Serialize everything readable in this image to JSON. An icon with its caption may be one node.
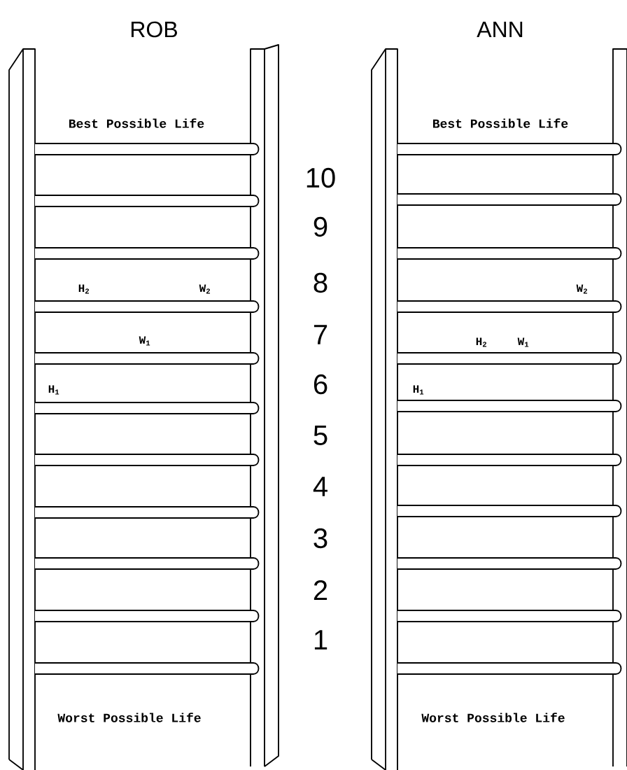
{
  "diagram": {
    "labels": [
      "ROB",
      "ANN",
      "Best Possible Life",
      "Best Possible Life",
      "10",
      "9",
      "8",
      "H$_{2}$",
      "W$_{2}$",
      "W$_{2}$",
      "7",
      "W$_{1}$",
      "H$_{2}$",
      "W$_{1}$",
      "6",
      "H$_{1}$",
      "H$_{1}$",
      "5",
      "4",
      "3",
      "2",
      "1",
      "Worst Possible Life",
      "Worst Possible Life"
    ]
  }
}
